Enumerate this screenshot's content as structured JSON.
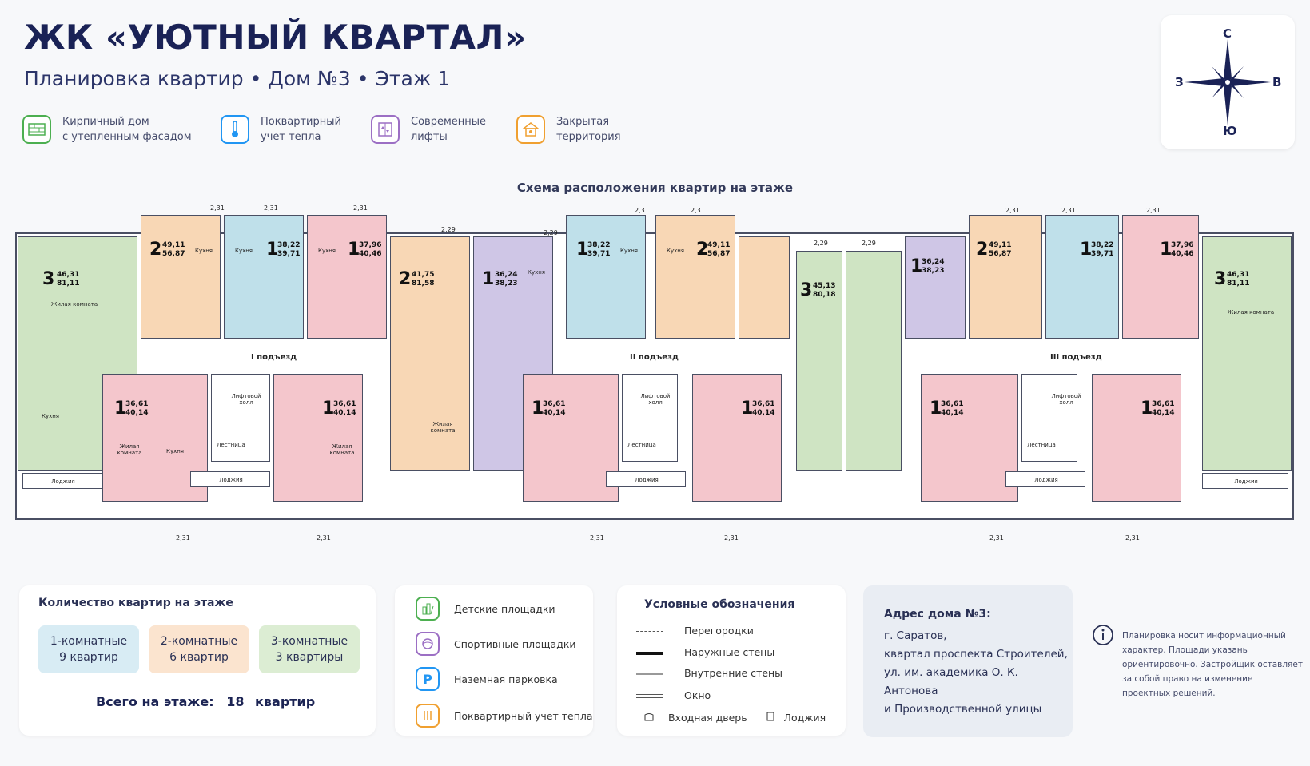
{
  "header": {
    "title": "ЖК «УЮТНЫЙ КВАРТАЛ»",
    "subtitle": "Планировка квартир • Дом №3 • Этаж 1"
  },
  "features": [
    {
      "icon": "brick-house-icon",
      "line1": "Кирпичный дом",
      "line2": "с утепленным фасадом",
      "color": "#4caf50"
    },
    {
      "icon": "thermometer-icon",
      "line1": "Поквартирный",
      "line2": "учет тепла",
      "color": "#2196f3"
    },
    {
      "icon": "elevator-icon",
      "line1": "Современные",
      "line2": "лифты",
      "color": "#9c6fc4"
    },
    {
      "icon": "gated-area-icon",
      "line1": "Закрытая",
      "line2": "территория",
      "color": "#f0a030"
    }
  ],
  "compass": {
    "north": "С",
    "south": "Ю",
    "west": "З",
    "east": "В"
  },
  "scheme_title": "Схема расположения квартир на этаже",
  "plan": {
    "entrances": [
      "I подъезд",
      "II подъезд",
      "III подъезд"
    ],
    "colors": {
      "one_room": "#f4c6cc",
      "one_room_blue": "#bfe0ea",
      "two_room": "#f8d7b5",
      "three_room": "#cfe4c3",
      "studio_violet": "#cfc6e6",
      "corridor": "#ffffff"
    },
    "top_apartments": [
      {
        "rooms": "3",
        "area1": "46,31",
        "area2": "81,11",
        "color": "three_room"
      },
      {
        "rooms": "2",
        "area1": "49,11",
        "area2": "56,87",
        "color": "two_room"
      },
      {
        "rooms": "1",
        "area1": "38,22",
        "area2": "39,71",
        "color": "one_room_blue"
      },
      {
        "rooms": "1",
        "area1": "37,96",
        "area2": "40,46",
        "color": "one_room"
      },
      {
        "rooms": "2",
        "area1": "41,75",
        "area2": "81,58",
        "color": "two_room"
      },
      {
        "rooms": "1",
        "area1": "36,24",
        "area2": "38,23",
        "color": "studio_violet"
      },
      {
        "rooms": "1",
        "area1": "38,22",
        "area2": "39,71",
        "color": "one_room_blue"
      },
      {
        "rooms": "2",
        "area1": "49,11",
        "area2": "56,87",
        "color": "two_room"
      },
      {
        "rooms": "3",
        "area1": "45,13",
        "area2": "80,18",
        "color": "three_room"
      },
      {
        "rooms": "1",
        "area1": "36,24",
        "area2": "38,23",
        "color": "studio_violet"
      },
      {
        "rooms": "2",
        "area1": "49,11",
        "area2": "56,87",
        "color": "two_room"
      },
      {
        "rooms": "1",
        "area1": "38,22",
        "area2": "39,71",
        "color": "one_room_blue"
      },
      {
        "rooms": "1",
        "area1": "37,96",
        "area2": "40,46",
        "color": "one_room"
      },
      {
        "rooms": "3",
        "area1": "46,31",
        "area2": "81,11",
        "color": "three_room"
      }
    ],
    "bottom_apartments": [
      {
        "rooms": "1",
        "area1": "36,61",
        "area2": "40,14"
      },
      {
        "rooms": "1",
        "area1": "36,61",
        "area2": "40,14"
      },
      {
        "rooms": "1",
        "area1": "36,61",
        "area2": "40,14"
      },
      {
        "rooms": "1",
        "area1": "36,61",
        "area2": "40,14"
      },
      {
        "rooms": "1",
        "area1": "36,61",
        "area2": "40,14"
      },
      {
        "rooms": "1",
        "area1": "36,61",
        "area2": "40,14"
      }
    ],
    "labels": {
      "kitchen": "Кухня",
      "living": "Жилая комната",
      "loggia": "Лоджия",
      "stairs": "Лестница",
      "lift_hall": "Лифтовой холл"
    },
    "dims": {
      "d1": "2,31",
      "d2": "2,29"
    }
  },
  "counts": {
    "title": "Количество квартир на этаже",
    "items": [
      {
        "line1": "1-комнатные",
        "line2": "9 квартир",
        "color": "#d8ecf4"
      },
      {
        "line1": "2-комнатные",
        "line2": "6 квартир",
        "color": "#fbe4cf"
      },
      {
        "line1": "3-комнатные",
        "line2": "3 квартиры",
        "color": "#dcedd3"
      }
    ],
    "total_label": "Всего на этаже:",
    "total_value": "18",
    "total_unit": "квартир"
  },
  "amenities": [
    {
      "icon": "playground-icon",
      "label": "Детские площадки",
      "color": "#4caf50"
    },
    {
      "icon": "sport-icon",
      "label": "Спортивные площадки",
      "color": "#9c6fc4"
    },
    {
      "icon": "parking-icon",
      "label": "Наземная парковка",
      "color": "#2196f3",
      "glyph": "P"
    },
    {
      "icon": "heat-meter-icon",
      "label": "Поквартирный учет тепла",
      "color": "#f0a030"
    }
  ],
  "symbols": {
    "title": "Условные обозначения",
    "partitions": "Перегородки",
    "outer_walls": "Наружные стены",
    "inner_walls": "Внутренние стены",
    "window": "Окно",
    "entrance_door": "Входная дверь",
    "loggia": "Лоджия"
  },
  "address": {
    "title": "Адрес дома №3:",
    "lines": [
      "г. Саратов,",
      "квартал проспекта Строителей,",
      "ул. им. академика О. К. Антонова",
      "и Производственной улицы"
    ]
  },
  "note": {
    "lines": [
      "Планировка носит информационный",
      "характер. Площади указаны",
      "ориентировочно. Застройщик оставляет",
      "за собой право на изменение",
      "проектных решений."
    ]
  }
}
